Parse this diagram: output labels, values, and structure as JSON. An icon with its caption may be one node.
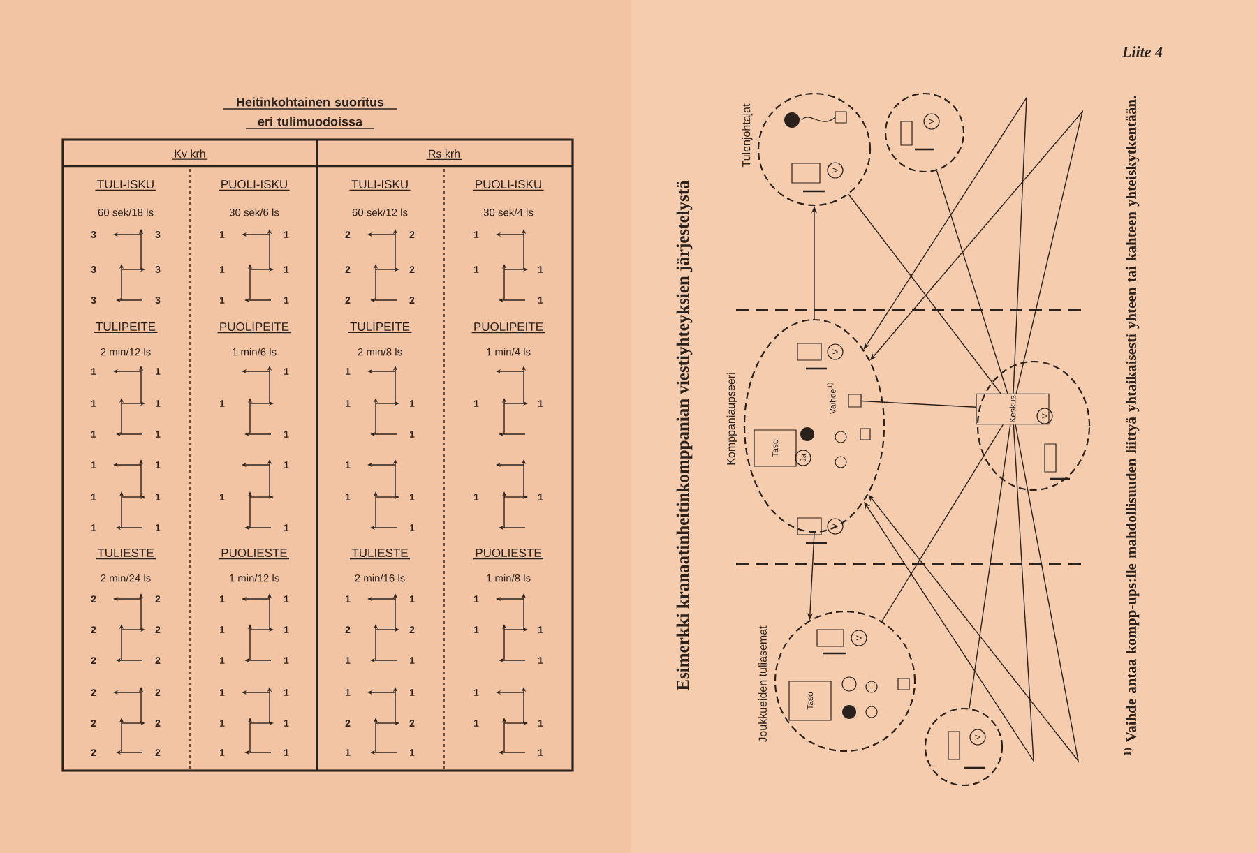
{
  "diagram": {
    "nodes": [
      {
        "text": [],
        "shape": "circle"
      },
      {
        "text": [
          "V"
        ],
        "in": 0
      },
      {
        "text": [],
        "shape": "circle"
      },
      {
        "text": [
          "V"
        ],
        "in": 2
      },
      {
        "text": [],
        "shape": "ellipse"
      },
      {
        "text": [
          "Taso"
        ],
        "in": 4
      },
      {
        "text": [
          "Ja"
        ],
        "in": 4
      },
      {
        "text": [],
        "shape": "box",
        "in": 4,
        "beside": [
          "Vaihde$^{1)}$"
        ]
      },
      {
        "text": [
          "V"
        ],
        "in": 4
      },
      {
        "text": [
          "V"
        ],
        "in": 4
      },
      {
        "text": [],
        "shape": "ellipse"
      },
      {
        "text": [
          "Keskus"
        ],
        "in": 10
      },
      {
        "text": [
          "V"
        ],
        "in": 10
      },
      {
        "text": [],
        "shape": "circle"
      },
      {
        "text": [
          "Taso"
        ],
        "in": 13
      },
      {
        "text": [
          "V"
        ],
        "in": 13
      },
      {
        "text": [],
        "shape": "circle"
      },
      {
        "text": [
          "V"
        ],
        "in": 16
      }
    ],
    "edges": [
      {
        "from": 11,
        "to": 0,
        "arrow": "none"
      },
      {
        "from": 11,
        "to": 2,
        "arrow": "none"
      },
      {
        "from": 4,
        "to": 0,
        "arrow": "to"
      },
      {
        "from": 11,
        "to": 4,
        "arrow": "to"
      },
      {
        "from": 11,
        "to": 4,
        "arrow": "to"
      },
      {
        "from": 11,
        "to": 4,
        "arrow": "to"
      },
      {
        "from": 11,
        "to": 4,
        "arrow": "to"
      },
      {
        "from": 4,
        "to": 13,
        "arrow": "to"
      },
      {
        "from": 11,
        "to": 13,
        "arrow": "none"
      },
      {
        "from": 11,
        "to": 16,
        "arrow": "none"
      },
      {
        "from": 11,
        "to": 7,
        "arrow": "none"
      }
    ],
    "labels": [
      "Heitinkohtainen suoritus eri tulimuodoissa",
      "Kv krh",
      "Rs krh",
      "TULI-ISKU",
      "PUOLI-ISKU",
      "TULI-ISKU",
      "PUOLI-ISKU",
      "60 sek/18 ls",
      "30 sek/6 ls",
      "60 sek/12 ls",
      "30 sek/4 ls",
      "3",
      "3",
      "1",
      "1",
      "2",
      "2",
      "1",
      "3",
      "3",
      "1",
      "1",
      "2",
      "2",
      "1",
      "1",
      "3",
      "3",
      "1",
      "1",
      "2",
      "2",
      "1",
      "TULIPEITE",
      "PUOLIPEITE",
      "TULIPEITE",
      "PUOLIPEITE",
      "2 min/12 ls",
      "1 min/6 ls",
      "2 min/8 ls",
      "1 min/4 ls",
      "1",
      "1",
      "1",
      "1",
      "1",
      "1",
      "1",
      "1",
      "1",
      "1",
      "1",
      "1",
      "1",
      "1",
      "1",
      "1",
      "1",
      "1",
      "1",
      "1",
      "1",
      "1",
      "1",
      "1",
      "1",
      "1",
      "1",
      "1",
      "1",
      "1",
      "TULIESTE",
      "PUOLIESTE",
      "TULIESTE",
      "PUOLIESTE",
      "2 min/24 ls",
      "1 min/12 ls",
      "2 min/16 ls",
      "1 min/8 ls",
      "2",
      "2",
      "1",
      "1",
      "1",
      "1",
      "1",
      "2",
      "2",
      "1",
      "1",
      "2",
      "2",
      "1",
      "1",
      "2",
      "2",
      "1",
      "1",
      "1",
      "1",
      "1",
      "2",
      "2",
      "1",
      "1",
      "1",
      "1",
      "1",
      "2",
      "2",
      "1",
      "1",
      "2",
      "2",
      "1",
      "1",
      "2",
      "2",
      "1",
      "1",
      "1",
      "1",
      "1",
      "Liite 4",
      "Esimerkki kranaatinheitinkomppanian viestiyhteyksien järjestelystä",
      "Tulenjohtajat",
      "Komppaniaupseeri",
      "Joukkueiden tuliasemat",
      "$^{1)}$ Vaihde antaa kompp-ups:lle mahdollisuuden liittyä yhtaikaisesti yhteen tai kahteen yhteiskytkentään."
    ]
  }
}
